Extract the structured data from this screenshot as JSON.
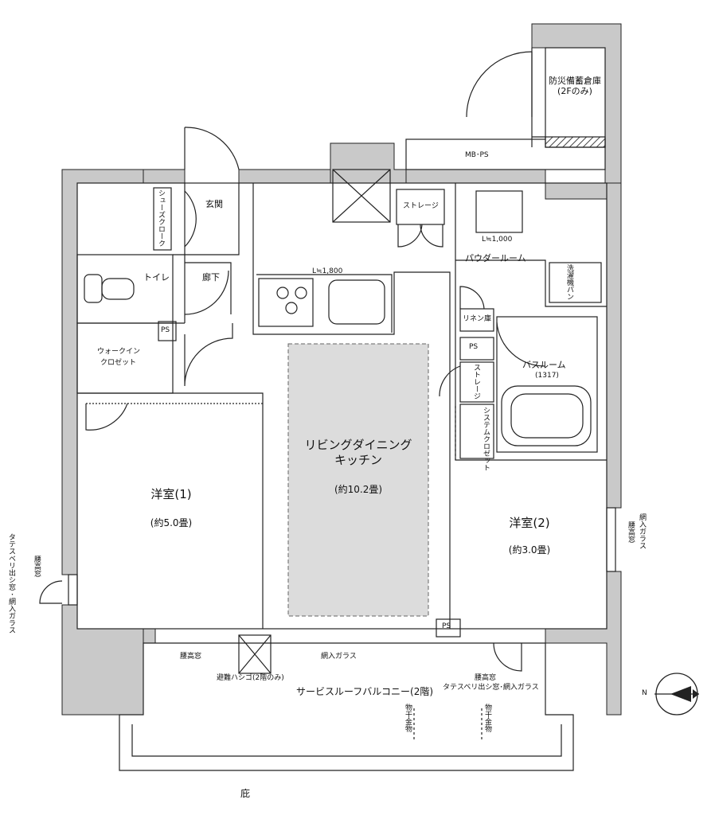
{
  "rooms": {
    "storage_disaster": "防災備蓄倉庫",
    "storage_disaster_note": "(2Fのみ)",
    "mb_ps": "MB･PS",
    "shoes_closet": "シューズクローク",
    "entrance": "玄関",
    "toilet": "トイレ",
    "corridor": "廊下",
    "ps_1": "PS",
    "walkin_1": "ウォークイン",
    "walkin_2": "クロゼット",
    "storage_1": "ストレージ",
    "kitchen_length": "L≒1,800",
    "powder_length": "L≒1,000",
    "powder_room": "パウダールーム",
    "washer_pan": "洗濯機パン",
    "linen": "リネン庫",
    "ps_2": "PS",
    "bathroom": "バスルーム",
    "bathroom_size": "(1317)",
    "storage_2": "ストレージ",
    "system_closet": "システムクロゼット",
    "ldk_1": "リビングダイニング",
    "ldk_2": "キッチン",
    "ldk_size": "(約10.2畳)",
    "room1": "洋室(1)",
    "room1_size": "(約5.0畳)",
    "room2": "洋室(2)",
    "room2_size": "(約3.0畳)",
    "ps_3": "PS"
  },
  "notes": {
    "left_window": "タテスベリ出シ窓･網入ガラス",
    "left_window_2": "腰高窓",
    "right_window": "網入ガラス",
    "right_window_2": "腰高窓",
    "bottom_window_1": "腰高窓",
    "bottom_glass": "網入ガラス",
    "bottom_window_2": "腰高窓",
    "bottom_window_3": "タテスベリ出シ窓･網入ガラス",
    "escape_ladder": "避難ハシゴ(2階のみ)",
    "balcony": "サービスルーフバルコニー(2階)",
    "drying_1": "物干金物",
    "drying_2": "物干金物",
    "eave": "庇",
    "north": "N"
  },
  "colors": {
    "wall": "#c9c9c9",
    "line": "#222222",
    "ldk_fill": "#dcdcdc",
    "hatch": "#444444"
  }
}
